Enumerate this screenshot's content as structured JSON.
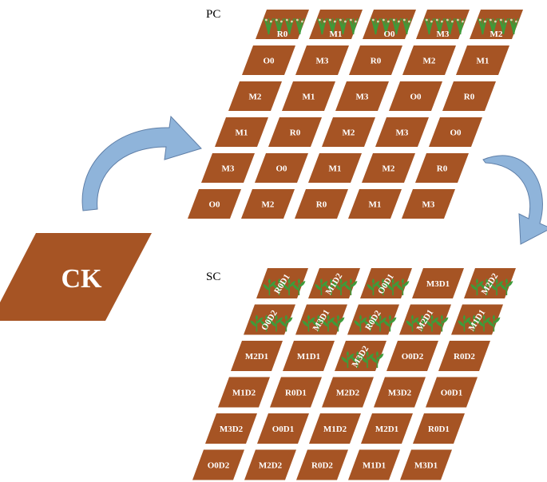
{
  "colors": {
    "plot_fill": "#A65424",
    "arrow_fill": "#8FB4DA",
    "arrow_dark": "#5F7FA8",
    "label_text": "#FFFFFF",
    "plant_green": "#3E9B3A"
  },
  "control": {
    "label": "CK"
  },
  "pc": {
    "label": "PC",
    "plant_icon": "rice-plant-icon",
    "rows": [
      [
        "R0",
        "M1",
        "O0",
        "M3",
        "M2"
      ],
      [
        "O0",
        "M3",
        "R0",
        "M2",
        "M1"
      ],
      [
        "M2",
        "M1",
        "M3",
        "O0",
        "R0"
      ],
      [
        "M1",
        "R0",
        "M2",
        "M3",
        "O0"
      ],
      [
        "M3",
        "O0",
        "M1",
        "M2",
        "R0"
      ],
      [
        "O0",
        "M2",
        "R0",
        "M1",
        "M3"
      ]
    ],
    "planted_rows": [
      0
    ]
  },
  "sc": {
    "label": "SC",
    "plant_icon": "seedling-icon",
    "rows": [
      [
        "R0D1",
        "M1D2",
        "O0D1",
        "M3D1",
        "M2D2"
      ],
      [
        "O0D2",
        "M3D1",
        "R0D2",
        "M2D1",
        "M1D1"
      ],
      [
        "M2D1",
        "M1D1",
        "M3D2",
        "O0D2",
        "R0D2"
      ],
      [
        "M1D2",
        "R0D1",
        "M2D2",
        "M3D2",
        "O0D1"
      ],
      [
        "M3D2",
        "O0D1",
        "M1D2",
        "M2D1",
        "R0D1"
      ],
      [
        "O0D2",
        "M2D2",
        "R0D2",
        "M1D1",
        "M3D1"
      ]
    ],
    "planted_cells": [
      [
        0,
        0
      ],
      [
        0,
        1
      ],
      [
        0,
        2
      ],
      [
        0,
        4
      ],
      [
        1,
        0
      ],
      [
        1,
        1
      ],
      [
        1,
        2
      ],
      [
        1,
        3
      ],
      [
        1,
        4
      ],
      [
        2,
        2
      ]
    ],
    "rotated_cells": [
      [
        0,
        0
      ],
      [
        0,
        1
      ],
      [
        0,
        2
      ],
      [
        0,
        4
      ],
      [
        1,
        0
      ],
      [
        1,
        1
      ],
      [
        1,
        2
      ],
      [
        1,
        3
      ],
      [
        1,
        4
      ],
      [
        2,
        2
      ]
    ]
  }
}
